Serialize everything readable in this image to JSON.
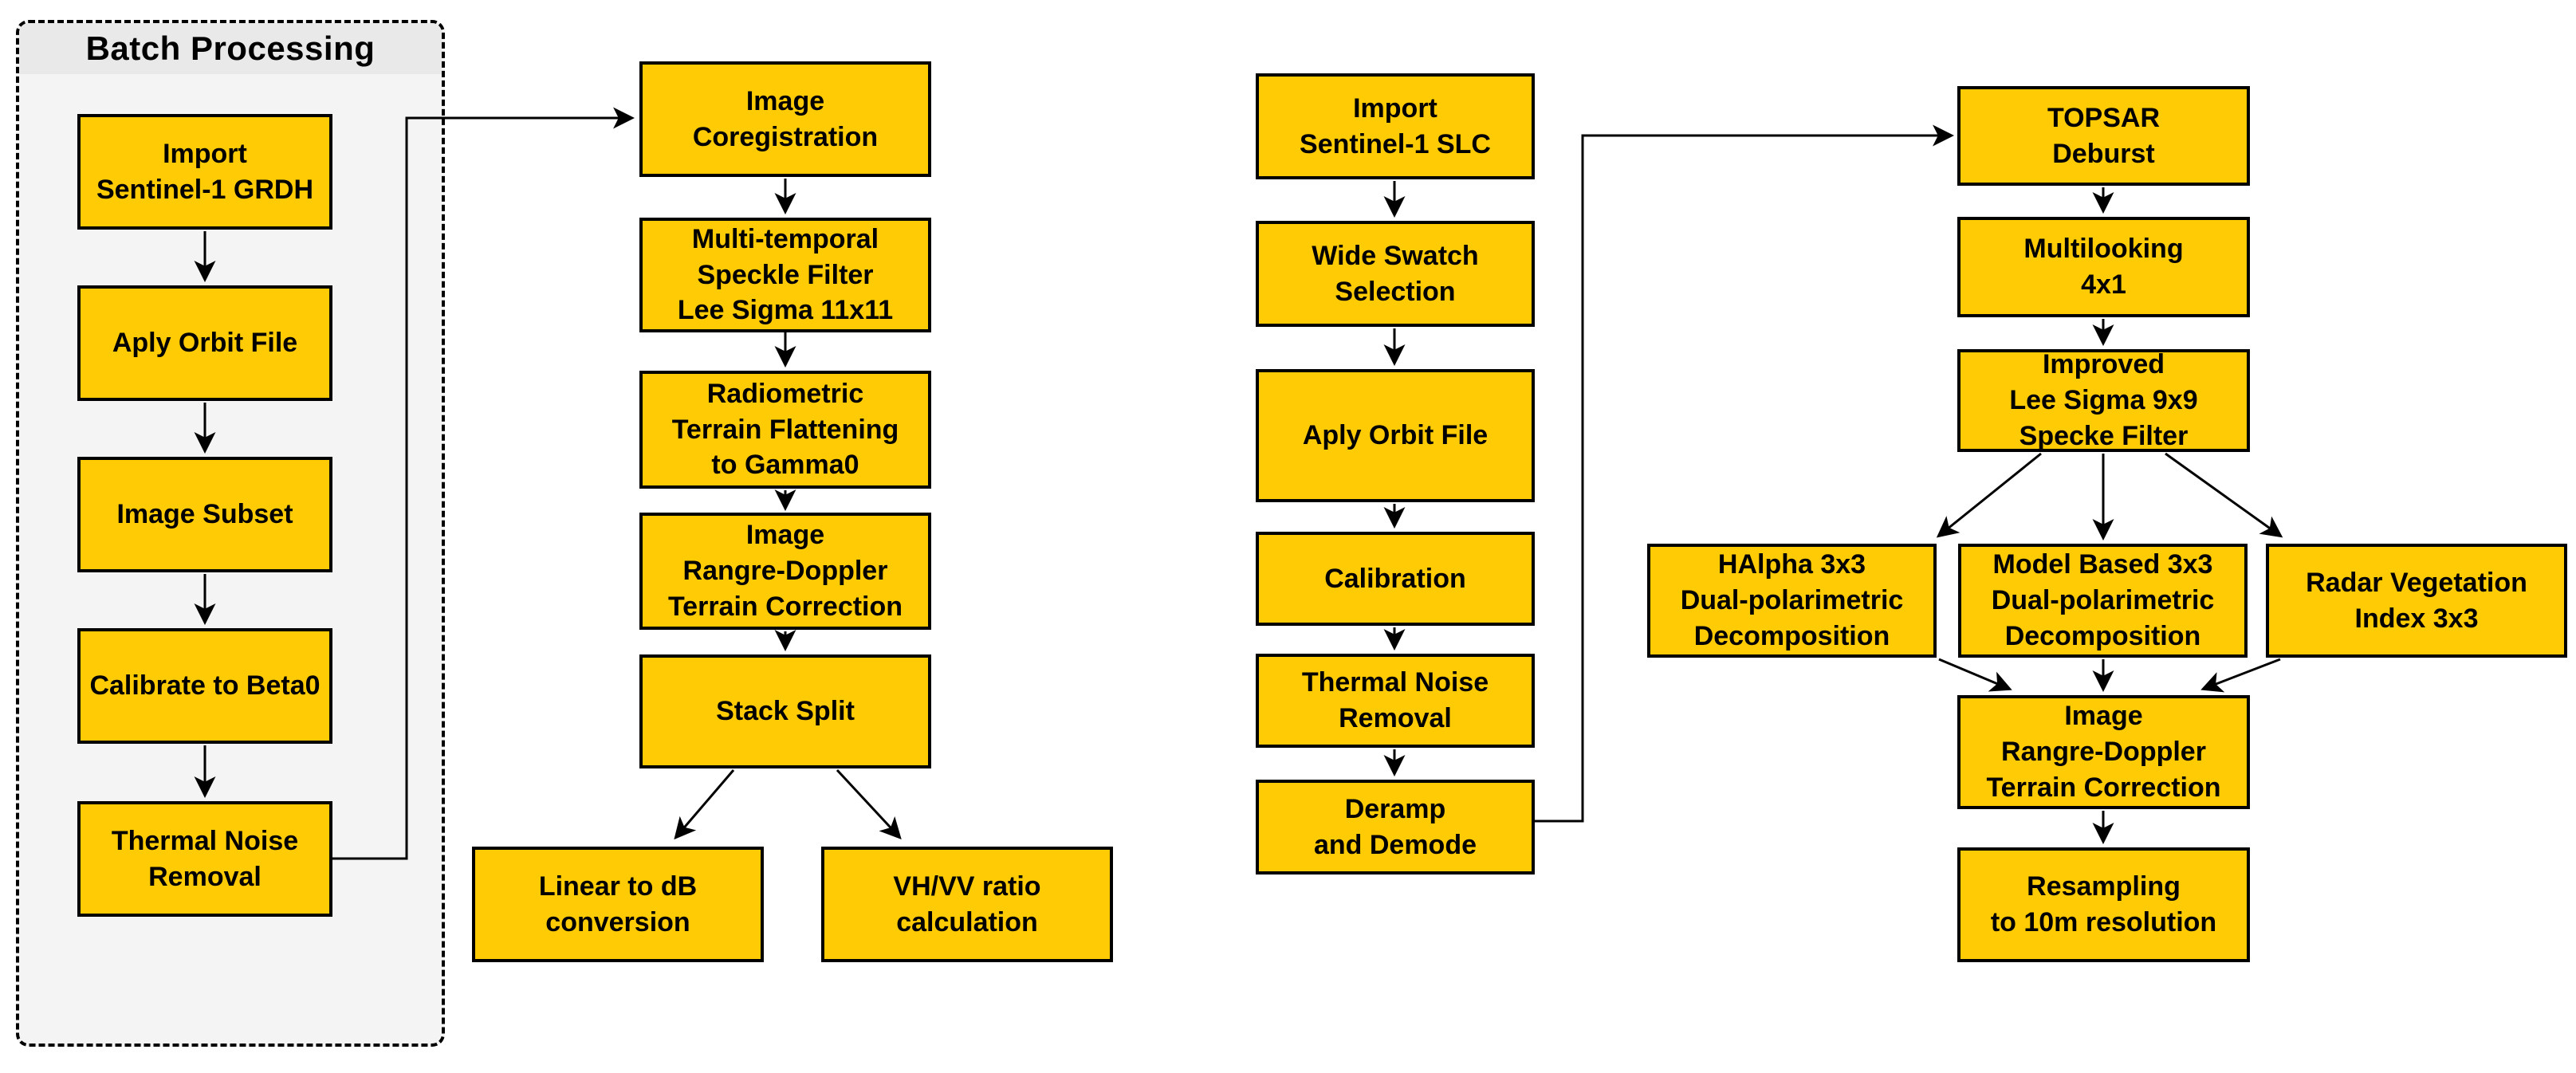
{
  "diagram": {
    "grdh_workflow": {
      "batch_group_title": "Batch Processing",
      "batch_steps": [
        {
          "label": "Import\nSentinel-1 GRDH"
        },
        {
          "label": "Aply Orbit File"
        },
        {
          "label": "Image Subset"
        },
        {
          "label": "Calibrate to Beta0"
        },
        {
          "label": "Thermal Noise\nRemoval"
        }
      ],
      "chain_steps": [
        {
          "label": "Image\nCoregistration"
        },
        {
          "label": "Multi-temporal\nSpeckle Filter\nLee Sigma 11x11"
        },
        {
          "label": "Radiometric\nTerrain Flattening\nto Gamma0"
        },
        {
          "label": "Image\nRangre-Doppler\nTerrain Correction"
        },
        {
          "label": "Stack Split"
        }
      ],
      "outputs": [
        {
          "label": "Linear to dB\nconversion"
        },
        {
          "label": "VH/VV ratio\ncalculation"
        }
      ]
    },
    "slc_workflow": {
      "pre_steps": [
        {
          "label": "Import\nSentinel-1 SLC"
        },
        {
          "label": "Wide Swatch\nSelection"
        },
        {
          "label": "Aply Orbit File"
        },
        {
          "label": "Calibration"
        },
        {
          "label": "Thermal Noise\nRemoval"
        },
        {
          "label": "Deramp\nand Demode"
        }
      ],
      "chain_steps": [
        {
          "label": "TOPSAR\nDeburst"
        },
        {
          "label": "Multilooking\n4x1"
        },
        {
          "label": "Improved\nLee Sigma 9x9\nSpecke Filter"
        }
      ],
      "decompositions": [
        {
          "label": "HAlpha 3x3\nDual-polarimetric\nDecomposition"
        },
        {
          "label": "Model Based 3x3\nDual-polarimetric\nDecomposition"
        },
        {
          "label": "Radar Vegetation\nIndex 3x3"
        }
      ],
      "post_steps": [
        {
          "label": "Image\nRangre-Doppler\nTerrain Correction"
        },
        {
          "label": "Resampling\nto 10m resolution"
        }
      ]
    }
  },
  "colors": {
    "node_fill": "#FFCB05",
    "node_border": "#000000",
    "batch_fill": "#F4F4F4",
    "batch_title_fill": "#E9E9E9",
    "arrow": "#000000",
    "text": "#000000"
  }
}
